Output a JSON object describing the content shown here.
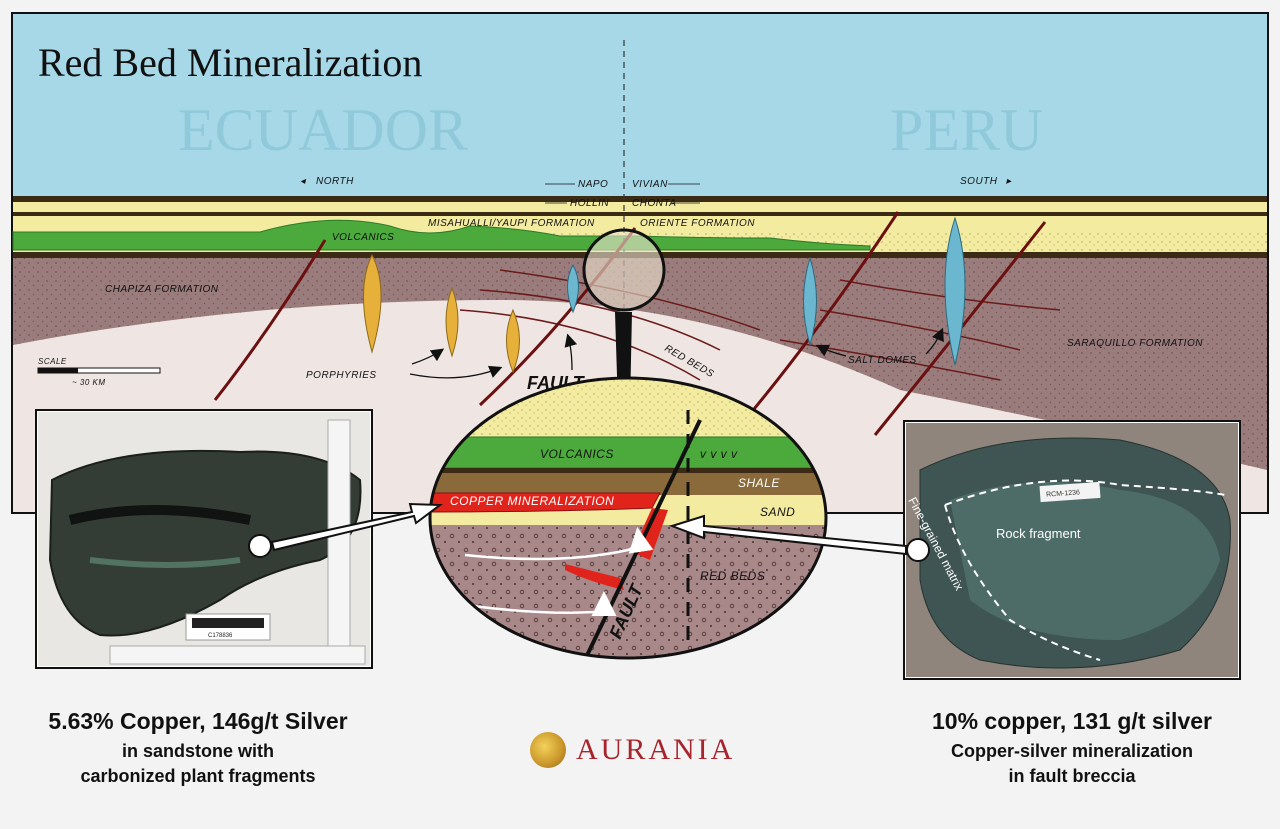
{
  "diagram": {
    "title": "Red Bed Mineralization",
    "countries": [
      "ECUADOR",
      "PERU"
    ],
    "directions": {
      "north": "NORTH",
      "south": "SOUTH"
    },
    "formation_labels": {
      "napo": "NAPO",
      "vivian": "VIVIAN",
      "hollin": "HOLLIN",
      "chonta": "CHONTA",
      "misahualli": "MISAHUALLI/YAUPI FORMATION",
      "oriente": "ORIENTE FORMATION",
      "volcanics": "VOLCANICS",
      "chapiza": "CHAPIZA FORMATION",
      "saraquillo": "SARAQUILLO FORMATION",
      "red_beds": "RED BEDS",
      "salt_domes": "SALT DOMES",
      "porphyries": "PORPHYRIES",
      "fault": "FAULT"
    },
    "scale": {
      "label": "SCALE",
      "value": "~ 30 KM"
    },
    "inset": {
      "volcanics": "VOLCANICS",
      "copper": "COPPER MINERALIZATION",
      "shale": "SHALE",
      "sand": "SAND",
      "red_beds": "RED BEDS",
      "fault": "FAULT"
    },
    "colors": {
      "sky": "#a6d8e8",
      "yellow": "#f3eba0",
      "green": "#4caa3c",
      "red_beds": "#9a7c7c",
      "copper": "#e0241c",
      "porphyry": "#e6b03a",
      "salt": "#6ab7cf"
    }
  },
  "photos": {
    "left": {
      "barcode": "C178836"
    },
    "right": {
      "tag": "RCM-1236",
      "rock_fragment": "Rock fragment",
      "matrix": "Fine-grained matrix"
    }
  },
  "captions": {
    "left": {
      "headline": "5.63% Copper, 146g/t Silver",
      "line1": "in sandstone with",
      "line2": "carbonized plant fragments"
    },
    "right": {
      "headline": "10% copper, 131 g/t silver",
      "line1": "Copper-silver mineralization",
      "line2": "in fault breccia"
    }
  },
  "brand": {
    "name": "AURANIA"
  }
}
